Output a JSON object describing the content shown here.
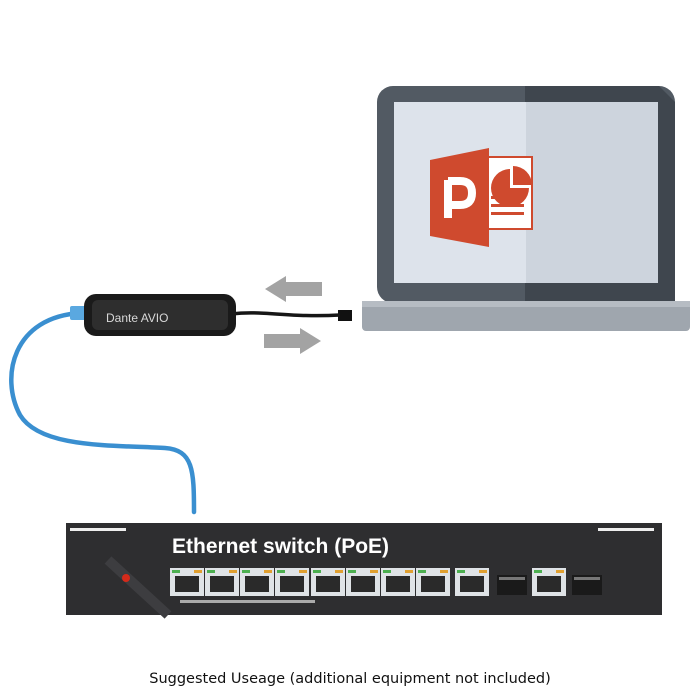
{
  "device": {
    "label": "Dante AVIO"
  },
  "switch": {
    "label": "Ethernet switch (PoE)"
  },
  "laptop": {
    "screen_app_icon": "powerpoint-icon"
  },
  "caption": "Suggested Useage (additional equipment not included)",
  "colors": {
    "cable": "#3a8fd0",
    "laptop_frame": "#525a63",
    "laptop_screen": "#dde3eb",
    "laptop_base": "#9fa6ae",
    "powerpoint": "#cf4a2e",
    "arrow": "#a3a3a3",
    "switch_body": "#2e2e30",
    "port": "#dfe3e6",
    "port_led_green": "#4caf50",
    "port_led_amber": "#e0a030",
    "power_led": "#d42a1a"
  }
}
